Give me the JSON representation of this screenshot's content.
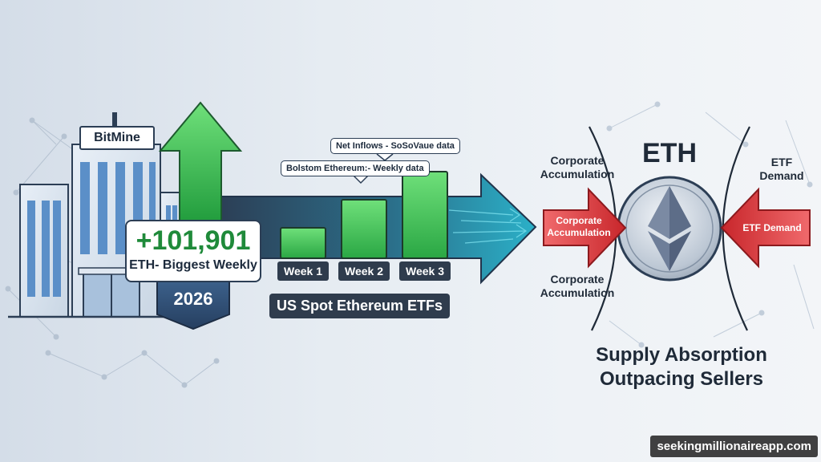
{
  "building": {
    "sign": "BitMine"
  },
  "stat_card": {
    "value": "+101,901",
    "caption": "ETH- Biggest Weekly",
    "year": "2026"
  },
  "etf_chart": {
    "callout_top": "Net Inflows - SoSoVaue data",
    "callout_bottom": "Bolstom Ethereum:- Weekly data",
    "title": "US Spot Ethereum ETFs"
  },
  "chart_data": {
    "type": "bar",
    "categories": [
      "Week 1",
      "Week 2",
      "Week 3"
    ],
    "values": [
      1,
      2,
      3
    ],
    "title": "US Spot Ethereum ETFs"
  },
  "coin": {
    "label": "ETH"
  },
  "forces": {
    "left_top": "Corporate Accumulation",
    "left_arrow": "Corporate Accumulation",
    "left_bottom": "Corporate Accumulation",
    "right_top": "ETF Demand",
    "right_arrow": "ETF Demand"
  },
  "headline": {
    "line1": "Supply Absorption",
    "line2": "Outpacing Sellers"
  },
  "watermark": "seekingmillionaireapp.com",
  "colors": {
    "green": "#35b24a",
    "red": "#e03a3e",
    "navy": "#2c3e55",
    "teal": "#2a7f95"
  }
}
